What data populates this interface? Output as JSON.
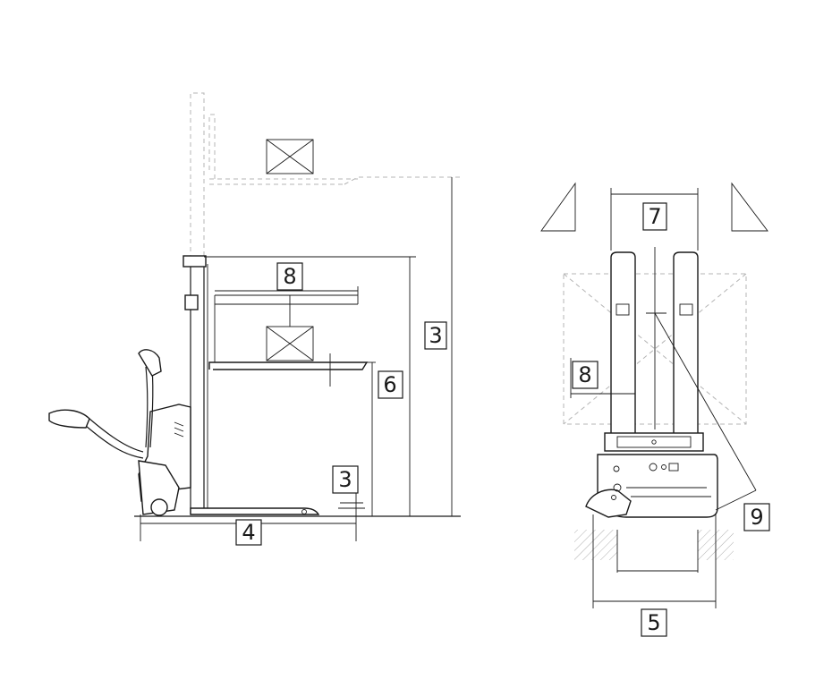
{
  "side_view": {
    "labels": {
      "lift_height": "3",
      "load_length": "8",
      "lowered_height": "6",
      "fork_height": "3",
      "overall_length": "4"
    }
  },
  "top_view": {
    "labels": {
      "fork_spread": "7",
      "load_length": "8",
      "turning_radius": "9",
      "overall_width": "5"
    }
  }
}
